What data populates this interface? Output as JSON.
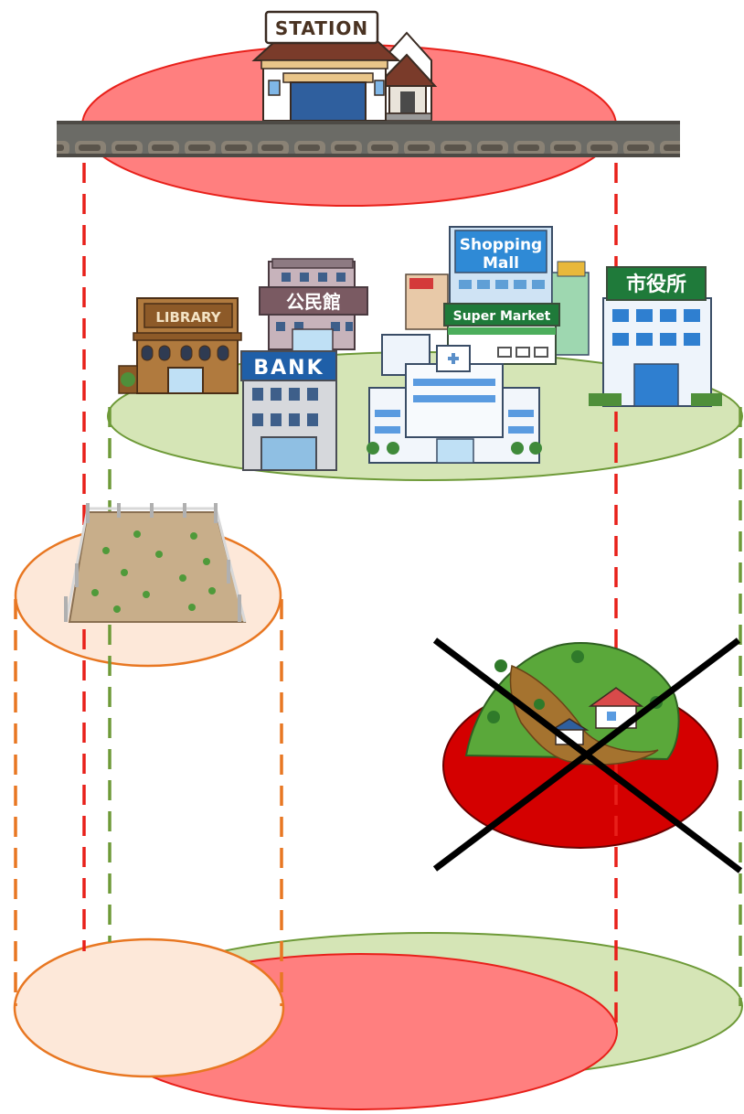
{
  "labels": {
    "station": "STATION",
    "library": "LIBRARY",
    "kominkan": "公民館",
    "bank": "BANK",
    "shopping_mall_line1": "Shopping",
    "shopping_mall_line2": "Mall",
    "super_market": "Super Market",
    "city_hall": "市役所"
  },
  "colors": {
    "station_zone": "#ff7f7f",
    "urban_zone": "#d5e5b6",
    "residential_zone": "#fde8d9",
    "hazard_zone": "#d40000",
    "red_dash": "#e8201a",
    "green_dash": "#6e9a38",
    "orange_dash": "#e87722"
  },
  "icons": {
    "station": "train-station-icon",
    "railway": "railway-track-icon",
    "library": "library-building-icon",
    "kominkan": "community-hall-icon",
    "bank": "bank-building-icon",
    "mall": "shopping-mall-icon",
    "supermarket": "supermarket-icon",
    "hospital": "hospital-icon",
    "city_hall": "city-hall-icon",
    "field": "fenced-field-icon",
    "landslide": "landslide-icon",
    "exclusion": "x-mark-icon"
  }
}
